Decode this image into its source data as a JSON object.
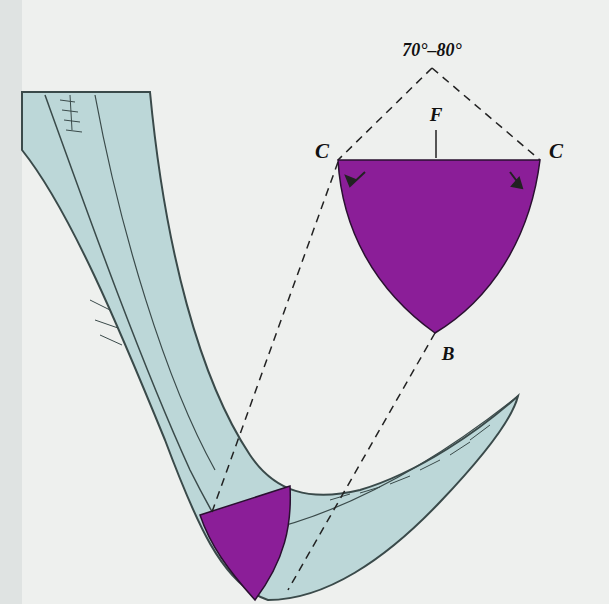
{
  "diagram": {
    "labels": [
      "70°–80°",
      "C",
      "F",
      "C",
      "B"
    ]
  }
}
